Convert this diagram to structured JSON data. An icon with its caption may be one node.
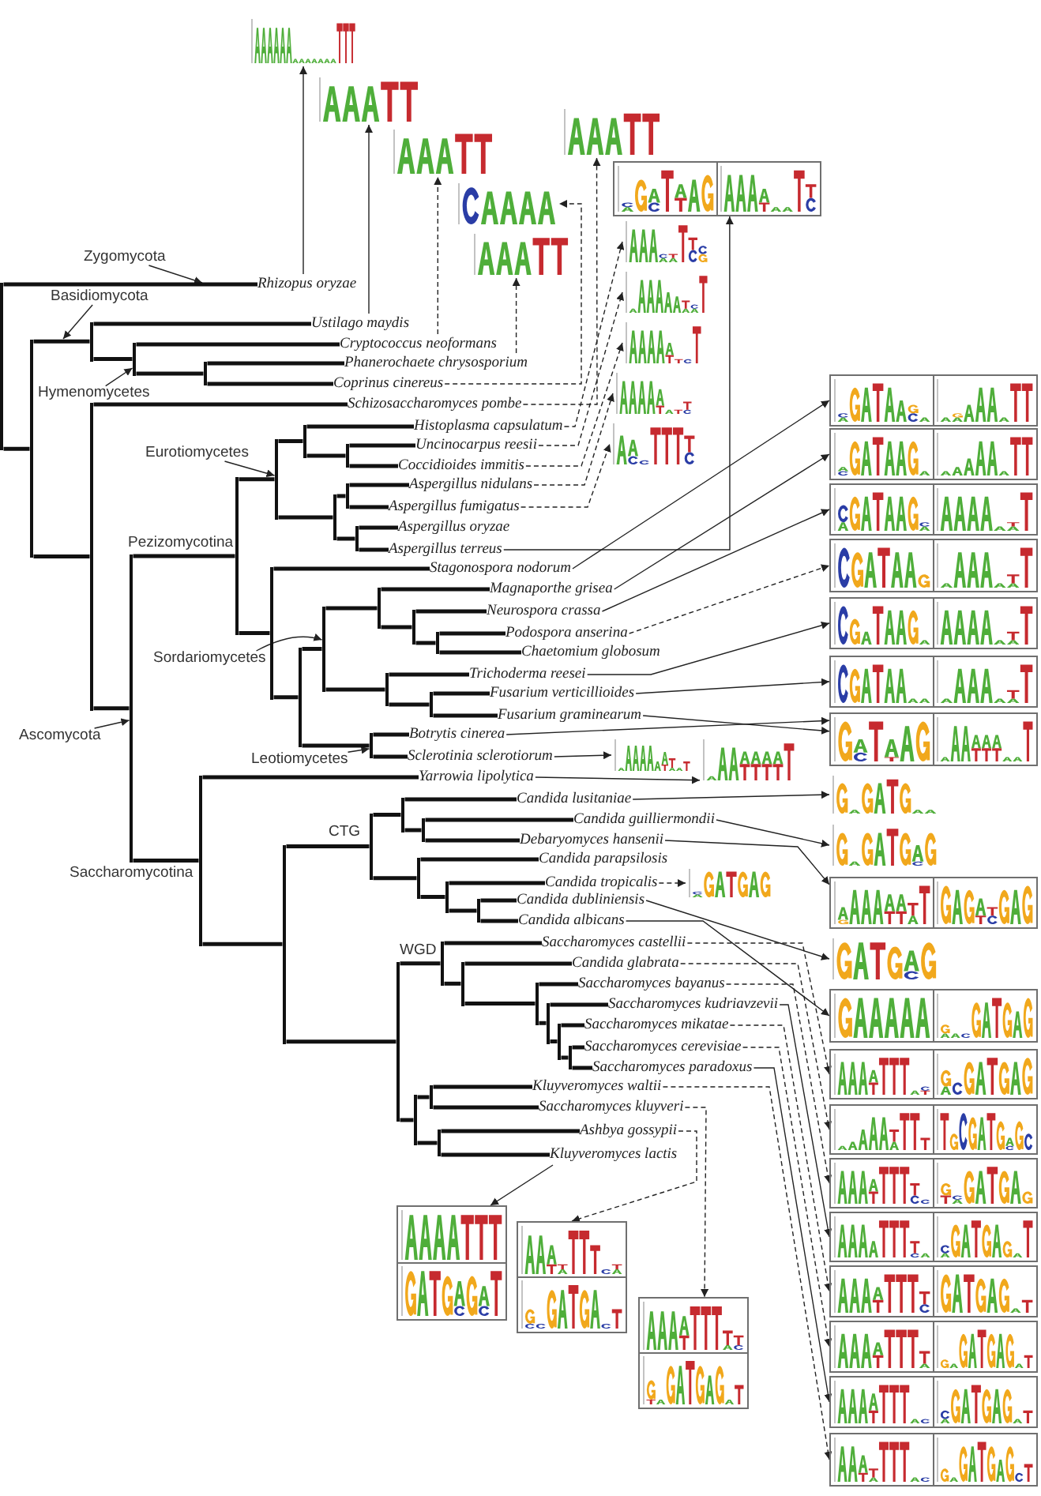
{
  "diagram": {
    "nodes": [
      {
        "text": [],
        "shape": "picture"
      },
      {
        "text": [],
        "shape": "picture"
      },
      {
        "text": [],
        "shape": "picture"
      },
      {
        "text": [],
        "shape": "picture"
      },
      {
        "text": [],
        "shape": "picture"
      },
      {
        "text": [],
        "shape": "picture"
      },
      {
        "text": [],
        "shape": "picture"
      },
      {
        "text": [],
        "shape": "picture"
      },
      {
        "text": [],
        "shape": "picture"
      },
      {
        "text": [],
        "shape": "picture"
      },
      {
        "text": [],
        "shape": "picture"
      },
      {
        "text": [],
        "shape": "picture"
      },
      {
        "text": [
          "Zygomycota"
        ]
      },
      {
        "text": [
          "Rhizopus oryzae"
        ]
      },
      {
        "text": [
          "Basidiomycota"
        ]
      },
      {
        "text": [
          "Ustilago maydis"
        ]
      },
      {
        "text": [
          "Cryptococcus neoformans"
        ]
      },
      {
        "text": [
          "Phanerochaete chrysosporium"
        ]
      },
      {
        "text": [
          "Coprinus cinereus"
        ]
      },
      {
        "text": [
          "Hymenomycetes"
        ]
      },
      {
        "text": [
          "Schizosaccharomyces pombe"
        ]
      },
      {
        "text": [
          "Histoplasma capsulatum"
        ]
      },
      {
        "text": [
          "Uncinocarpus reesii"
        ]
      },
      {
        "text": [
          "Eurotiomycetes"
        ]
      },
      {
        "text": [
          "Coccidioides immitis"
        ]
      },
      {
        "text": [
          "Aspergillus nidulans"
        ]
      },
      {
        "text": [
          "Aspergillus fumigatus"
        ]
      },
      {
        "text": [
          "Aspergillus oryzae"
        ]
      },
      {
        "text": [
          "Aspergillus terreus"
        ]
      },
      {
        "text": [
          "Stagonospora nodorum"
        ]
      },
      {
        "text": [
          "Magnaporthe grisea"
        ]
      },
      {
        "text": [
          "Neurospora crassa"
        ]
      },
      {
        "text": [
          "Podospora anserina"
        ]
      },
      {
        "text": [
          "Chaetomium globosum"
        ]
      },
      {
        "text": [
          "Sordariomycetes"
        ]
      },
      {
        "text": [
          "Trichoderma reesei"
        ]
      },
      {
        "text": [
          "Fusarium verticillioides"
        ]
      },
      {
        "text": [
          "Fusarium graminearum"
        ]
      },
      {
        "text": [
          "Ascomycota"
        ]
      },
      {
        "text": [
          "Botrytis cinerea"
        ]
      },
      {
        "text": [
          "Sclerotinia sclerotiorum"
        ]
      },
      {
        "text": [
          "Leotiomycetes"
        ]
      },
      {
        "text": [
          "Yarrowia lipolytica"
        ]
      },
      {
        "text": [
          "Candida lusitaniae"
        ]
      },
      {
        "text": [
          "Candida guilliermondii"
        ]
      },
      {
        "text": [
          "Debaryomyces hansenii"
        ]
      },
      {
        "text": [
          "Candida parapsilosis"
        ]
      },
      {
        "text": [
          "Candida tropicalis"
        ]
      },
      {
        "text": [
          "Candida dubliniensis"
        ]
      },
      {
        "text": [
          "Candida albicans"
        ]
      },
      {
        "text": [
          "Saccharomyces castellii"
        ]
      },
      {
        "text": [
          "Candida glabrata"
        ]
      },
      {
        "text": [
          "Saccharomyces bayanus"
        ]
      },
      {
        "text": [
          "Saccharomyces kudriavzevii"
        ]
      },
      {
        "text": [
          "Saccharomyces mikatae"
        ]
      },
      {
        "text": [
          "Saccharomyces cerevisiae"
        ]
      },
      {
        "text": [
          "Saccharomyces paradoxus"
        ]
      },
      {
        "text": [
          "Kluyveromyces waltii"
        ]
      },
      {
        "text": [
          "Saccharomyces kluyveri"
        ]
      },
      {
        "text": [
          "Ashbya gossypii"
        ]
      },
      {
        "text": [
          "Kluyveromyces lactis"
        ]
      },
      {
        "text": [],
        "shape": "picture"
      },
      {
        "text": [],
        "shape": "picture"
      },
      {
        "text": [],
        "shape": "picture"
      },
      {
        "text": [],
        "shape": "picture"
      },
      {
        "text": [],
        "shape": "picture"
      },
      {
        "text": [],
        "shape": "picture"
      },
      {
        "text": [],
        "shape": "picture"
      },
      {
        "text": [],
        "shape": "picture"
      },
      {
        "text": [],
        "shape": "picture"
      },
      {
        "text": [],
        "shape": "picture"
      },
      {
        "text": [],
        "shape": "picture"
      },
      {
        "text": [],
        "shape": "picture"
      },
      {
        "text": [],
        "shape": "picture"
      },
      {
        "text": [],
        "shape": "picture"
      },
      {
        "text": [],
        "shape": "picture"
      },
      {
        "text": [],
        "shape": "picture"
      },
      {
        "text": [],
        "shape": "picture"
      },
      {
        "text": [],
        "shape": "picture"
      },
      {
        "text": [],
        "shape": "picture"
      },
      {
        "text": [],
        "shape": "picture"
      },
      {
        "text": [],
        "shape": "picture"
      },
      {
        "text": [],
        "shape": "picture"
      },
      {
        "text": [],
        "shape": "picture"
      },
      {
        "text": [],
        "shape": "picture"
      },
      {
        "text": [],
        "shape": "picture"
      },
      {
        "text": [],
        "shape": "picture"
      },
      {
        "text": [],
        "shape": "bar"
      },
      {
        "text": [],
        "shape": "bar"
      },
      {
        "text": [],
        "shape": "bar"
      },
      {
        "text": [],
        "shape": "bar"
      },
      {
        "text": [],
        "shape": "bar"
      },
      {
        "text": [],
        "shape": "bar"
      },
      {
        "text": [],
        "shape": "bar"
      },
      {
        "text": [],
        "shape": "bar"
      },
      {
        "text": [],
        "shape": "bar"
      },
      {
        "text": [],
        "shape": "bar"
      },
      {
        "text": [],
        "shape": "bar"
      },
      {
        "text": [],
        "shape": "bar"
      },
      {
        "text": [],
        "shape": "bar"
      },
      {
        "text": [],
        "shape": "bar"
      },
      {
        "text": [],
        "shape": "bar"
      },
      {
        "text": [],
        "shape": "bar"
      },
      {
        "text": [],
        "shape": "bar"
      },
      {
        "text": [],
        "shape": "bar"
      },
      {
        "text": [],
        "shape": "bar"
      },
      {
        "text": [],
        "shape": "bar"
      },
      {
        "text": [],
        "shape": "bar"
      },
      {
        "text": [],
        "shape": "bar"
      },
      {
        "text": [],
        "shape": "bar"
      },
      {
        "text": [],
        "shape": "bar"
      },
      {
        "text": [],
        "shape": "bar"
      },
      {
        "text": [],
        "shape": "bar"
      },
      {
        "text": [],
        "shape": "bar"
      },
      {
        "text": [],
        "shape": "bar"
      },
      {
        "text": [],
        "shape": "bar"
      },
      {
        "text": [],
        "shape": "bar"
      },
      {
        "text": [],
        "shape": "bar"
      },
      {
        "text": [],
        "shape": "bar"
      },
      {
        "text": [],
        "shape": "bar"
      },
      {
        "text": [],
        "shape": "bar"
      },
      {
        "text": [],
        "shape": "bar"
      },
      {
        "text": [],
        "shape": "bar"
      },
      {
        "text": [],
        "shape": "bar"
      },
      {
        "text": [],
        "shape": "bar"
      },
      {
        "text": [],
        "shape": "bar"
      },
      {
        "text": [],
        "shape": "bar"
      },
      {
        "text": [],
        "shape": "bar"
      }
    ],
    "edges": [
      {
        "from": 12,
        "to": null,
        "arrow": "to"
      },
      {
        "from": 13,
        "to": 0,
        "arrow": "to"
      },
      {
        "from": 14,
        "to": null,
        "arrow": "to"
      },
      {
        "from": 15,
        "to": 1,
        "arrow": "to"
      },
      {
        "from": 16,
        "to": 2,
        "arrow": "to",
        "style": "dashed"
      },
      {
        "from": 17,
        "to": 4,
        "arrow": "to",
        "style": "dashed"
      },
      {
        "from": 18,
        "to": 3,
        "arrow": "to",
        "style": "dashed"
      },
      {
        "from": 19,
        "to": 90,
        "arrow": "to"
      },
      {
        "from": 20,
        "to": 5,
        "arrow": "to",
        "style": "dashed"
      },
      {
        "from": 21,
        "to": 7,
        "arrow": "to",
        "style": "dashed"
      },
      {
        "from": 22,
        "to": 8,
        "arrow": "to",
        "style": "dashed"
      },
      {
        "from": 23,
        "to": 95,
        "arrow": "to"
      },
      {
        "from": 24,
        "to": 9,
        "arrow": "to",
        "style": "dashed"
      },
      {
        "from": 25,
        "to": 10,
        "arrow": "to",
        "style": "dashed"
      },
      {
        "from": 26,
        "to": 11,
        "arrow": "to",
        "style": "dashed"
      },
      {
        "from": 28,
        "to": 6,
        "arrow": "to"
      },
      {
        "from": 29,
        "to": 61,
        "arrow": "to"
      },
      {
        "from": 30,
        "to": 62,
        "arrow": "to"
      },
      {
        "from": 31,
        "to": 63,
        "arrow": "to"
      },
      {
        "from": 32,
        "to": 64,
        "arrow": "to",
        "style": "dashed"
      },
      {
        "from": 34,
        "to": 103,
        "arrow": "to"
      },
      {
        "from": 35,
        "to": 65,
        "arrow": "to"
      },
      {
        "from": 36,
        "to": 66,
        "arrow": "to"
      },
      {
        "from": 37,
        "to": 67,
        "arrow": "to"
      },
      {
        "from": 38,
        "to": 93,
        "arrow": "to"
      },
      {
        "from": 39,
        "to": 67,
        "arrow": "to"
      },
      {
        "from": 40,
        "to": 81,
        "arrow": "to"
      },
      {
        "from": 41,
        "to": 109,
        "arrow": "to"
      },
      {
        "from": 42,
        "to": 82,
        "arrow": "to"
      },
      {
        "from": 43,
        "to": 68,
        "arrow": "to"
      },
      {
        "from": 44,
        "to": 69,
        "arrow": "to"
      },
      {
        "from": 45,
        "to": 70,
        "arrow": "to"
      },
      {
        "from": 47,
        "to": 83,
        "arrow": "to",
        "style": "dashed"
      },
      {
        "from": 48,
        "to": 71,
        "arrow": "to"
      },
      {
        "from": 49,
        "to": 72,
        "arrow": "to"
      },
      {
        "from": 50,
        "to": 73,
        "arrow": "to",
        "style": "dashed"
      },
      {
        "from": 51,
        "to": 74,
        "arrow": "to",
        "style": "dashed"
      },
      {
        "from": 52,
        "to": 75,
        "arrow": "to",
        "style": "dashed"
      },
      {
        "from": 53,
        "to": 76,
        "arrow": "to"
      },
      {
        "from": 54,
        "to": 77,
        "arrow": "to",
        "style": "dashed"
      },
      {
        "from": 55,
        "to": 78,
        "arrow": "to",
        "style": "dashed"
      },
      {
        "from": 56,
        "to": 79,
        "arrow": "to"
      },
      {
        "from": 57,
        "to": 80,
        "arrow": "to",
        "style": "dashed"
      },
      {
        "from": 58,
        "to": 86,
        "arrow": "to",
        "style": "dashed"
      },
      {
        "from": 59,
        "to": 85,
        "arrow": "to",
        "style": "dashed"
      },
      {
        "from": 60,
        "to": 84,
        "arrow": "to"
      },
      {
        "from": 87,
        "to": 13,
        "arrow": "none"
      },
      {
        "from": 87,
        "to": 88,
        "arrow": "none"
      },
      {
        "from": 88,
        "to": 89,
        "arrow": "none"
      },
      {
        "from": 88,
        "to": 92,
        "arrow": "none"
      },
      {
        "from": 89,
        "to": 15,
        "arrow": "none"
      },
      {
        "from": 89,
        "to": 90,
        "arrow": "none"
      },
      {
        "from": 90,
        "to": 16,
        "arrow": "none"
      },
      {
        "from": 90,
        "to": 91,
        "arrow": "none"
      },
      {
        "from": 91,
        "to": 17,
        "arrow": "none"
      },
      {
        "from": 91,
        "to": 18,
        "arrow": "none"
      },
      {
        "from": 92,
        "to": 20,
        "arrow": "none"
      },
      {
        "from": 92,
        "to": 93,
        "arrow": "none"
      },
      {
        "from": 93,
        "to": 94,
        "arrow": "none"
      },
      {
        "from": 93,
        "to": 110,
        "arrow": "none"
      },
      {
        "from": 94,
        "to": 95,
        "arrow": "none"
      },
      {
        "from": 94,
        "to": 101,
        "arrow": "none"
      },
      {
        "from": 95,
        "to": 96,
        "arrow": "none"
      },
      {
        "from": 95,
        "to": 98,
        "arrow": "none"
      },
      {
        "from": 96,
        "to": 21,
        "arrow": "none"
      },
      {
        "from": 96,
        "to": 97,
        "arrow": "none"
      },
      {
        "from": 97,
        "to": 22,
        "arrow": "none"
      },
      {
        "from": 97,
        "to": 24,
        "arrow": "none"
      },
      {
        "from": 98,
        "to": 99,
        "arrow": "none"
      },
      {
        "from": 98,
        "to": 100,
        "arrow": "none"
      },
      {
        "from": 99,
        "to": 25,
        "arrow": "none"
      },
      {
        "from": 99,
        "to": 26,
        "arrow": "none"
      },
      {
        "from": 100,
        "to": 27,
        "arrow": "none"
      },
      {
        "from": 100,
        "to": 28,
        "arrow": "none"
      },
      {
        "from": 101,
        "to": 29,
        "arrow": "none"
      },
      {
        "from": 101,
        "to": 102,
        "arrow": "none"
      },
      {
        "from": 102,
        "to": 103,
        "arrow": "none"
      },
      {
        "from": 102,
        "to": 109,
        "arrow": "none"
      },
      {
        "from": 103,
        "to": 104,
        "arrow": "none"
      },
      {
        "from": 103,
        "to": 107,
        "arrow": "none"
      },
      {
        "from": 104,
        "to": 30,
        "arrow": "none"
      },
      {
        "from": 104,
        "to": 105,
        "arrow": "none"
      },
      {
        "from": 105,
        "to": 31,
        "arrow": "none"
      },
      {
        "from": 105,
        "to": 106,
        "arrow": "none"
      },
      {
        "from": 106,
        "to": 32,
        "arrow": "none"
      },
      {
        "from": 106,
        "to": 33,
        "arrow": "none"
      },
      {
        "from": 107,
        "to": 35,
        "arrow": "none"
      },
      {
        "from": 107,
        "to": 108,
        "arrow": "none"
      },
      {
        "from": 108,
        "to": 36,
        "arrow": "none"
      },
      {
        "from": 108,
        "to": 37,
        "arrow": "none"
      },
      {
        "from": 109,
        "to": 39,
        "arrow": "none"
      },
      {
        "from": 109,
        "to": 40,
        "arrow": "none"
      },
      {
        "from": 110,
        "to": 42,
        "arrow": "none"
      },
      {
        "from": 110,
        "to": 111,
        "arrow": "none"
      },
      {
        "from": 111,
        "to": 112,
        "arrow": "none"
      },
      {
        "from": 111,
        "to": 118,
        "arrow": "none"
      },
      {
        "from": 112,
        "to": 113,
        "arrow": "none"
      },
      {
        "from": 112,
        "to": 115,
        "arrow": "none"
      },
      {
        "from": 113,
        "to": 43,
        "arrow": "none"
      },
      {
        "from": 113,
        "to": 114,
        "arrow": "none"
      },
      {
        "from": 114,
        "to": 44,
        "arrow": "none"
      },
      {
        "from": 114,
        "to": 45,
        "arrow": "none"
      },
      {
        "from": 115,
        "to": 46,
        "arrow": "none"
      },
      {
        "from": 115,
        "to": 116,
        "arrow": "none"
      },
      {
        "from": 116,
        "to": 47,
        "arrow": "none"
      },
      {
        "from": 116,
        "to": 117,
        "arrow": "none"
      },
      {
        "from": 117,
        "to": 48,
        "arrow": "none"
      },
      {
        "from": 117,
        "to": 49,
        "arrow": "none"
      },
      {
        "from": 118,
        "to": 119,
        "arrow": "none"
      },
      {
        "from": 118,
        "to": 125,
        "arrow": "none"
      },
      {
        "from": 119,
        "to": 50,
        "arrow": "none"
      },
      {
        "from": 119,
        "to": 120,
        "arrow": "none"
      },
      {
        "from": 120,
        "to": 51,
        "arrow": "none"
      },
      {
        "from": 120,
        "to": 121,
        "arrow": "none"
      },
      {
        "from": 121,
        "to": 52,
        "arrow": "none"
      },
      {
        "from": 121,
        "to": 122,
        "arrow": "none"
      },
      {
        "from": 122,
        "to": 53,
        "arrow": "none"
      },
      {
        "from": 122,
        "to": 123,
        "arrow": "none"
      },
      {
        "from": 123,
        "to": 54,
        "arrow": "none"
      },
      {
        "from": 123,
        "to": 124,
        "arrow": "none"
      },
      {
        "from": 124,
        "to": 55,
        "arrow": "none"
      },
      {
        "from": 124,
        "to": 56,
        "arrow": "none"
      },
      {
        "from": 125,
        "to": 126,
        "arrow": "none"
      },
      {
        "from": 125,
        "to": 127,
        "arrow": "none"
      },
      {
        "from": 126,
        "to": 57,
        "arrow": "none"
      },
      {
        "from": 126,
        "to": 58,
        "arrow": "none"
      },
      {
        "from": 127,
        "to": 59,
        "arrow": "none"
      },
      {
        "from": 127,
        "to": 60,
        "arrow": "none"
      }
    ],
    "labels": [
      "Pezizomycotina",
      "Saccharomycotina",
      "CTG",
      "WGD"
    ]
  }
}
